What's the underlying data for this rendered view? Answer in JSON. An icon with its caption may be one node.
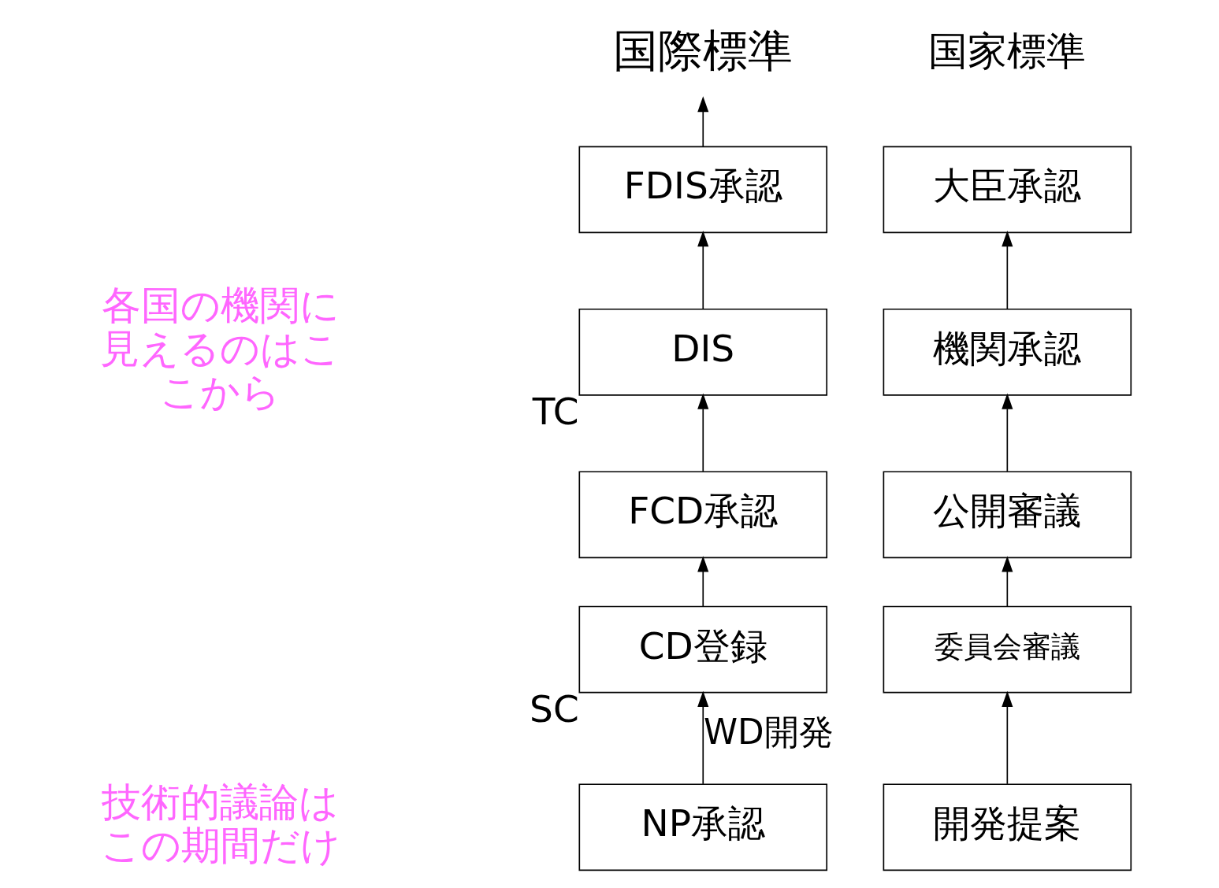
{
  "diagram": {
    "nodes": [
      {
        "text": [
          "国際標準"
        ]
      },
      {
        "text": [
          "FDIS承認"
        ]
      },
      {
        "text": [
          "DIS"
        ],
        "beside": [
          "TC"
        ]
      },
      {
        "text": [
          "FCD承認"
        ]
      },
      {
        "text": [
          "CD登録"
        ],
        "beside": [
          "SC"
        ]
      },
      {
        "text": [
          "NP承認"
        ]
      },
      {
        "text": [
          "大臣承認"
        ]
      },
      {
        "text": [
          "機関承認"
        ]
      },
      {
        "text": [
          "公開審議"
        ]
      },
      {
        "text": [
          "委員会審議"
        ]
      },
      {
        "text": [
          "開発提案"
        ]
      }
    ],
    "edges": [
      {
        "from": 1,
        "to": 0,
        "arrow": "to"
      },
      {
        "from": 2,
        "to": 1,
        "arrow": "to"
      },
      {
        "from": 3,
        "to": 2,
        "arrow": "to"
      },
      {
        "from": 4,
        "to": 3,
        "arrow": "to"
      },
      {
        "from": 5,
        "to": 4,
        "arrow": "to",
        "label": "WD開発"
      },
      {
        "from": 7,
        "to": 6,
        "arrow": "to"
      },
      {
        "from": 8,
        "to": 7,
        "arrow": "to"
      },
      {
        "from": 9,
        "to": 8,
        "arrow": "to"
      },
      {
        "from": 10,
        "to": 9,
        "arrow": "to"
      }
    ],
    "labels": [
      "国家標準",
      "各国の機関に見えるのはここから",
      "技術的議論はこの期間だけ"
    ]
  }
}
